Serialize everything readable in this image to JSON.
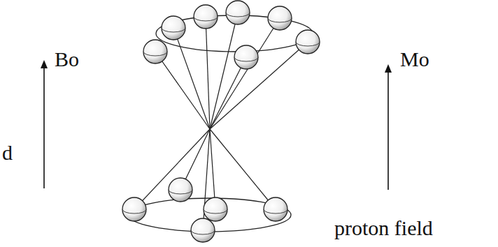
{
  "diagram": {
    "labels": [
      "Bo",
      "Mo",
      "d",
      "proton field"
    ]
  }
}
